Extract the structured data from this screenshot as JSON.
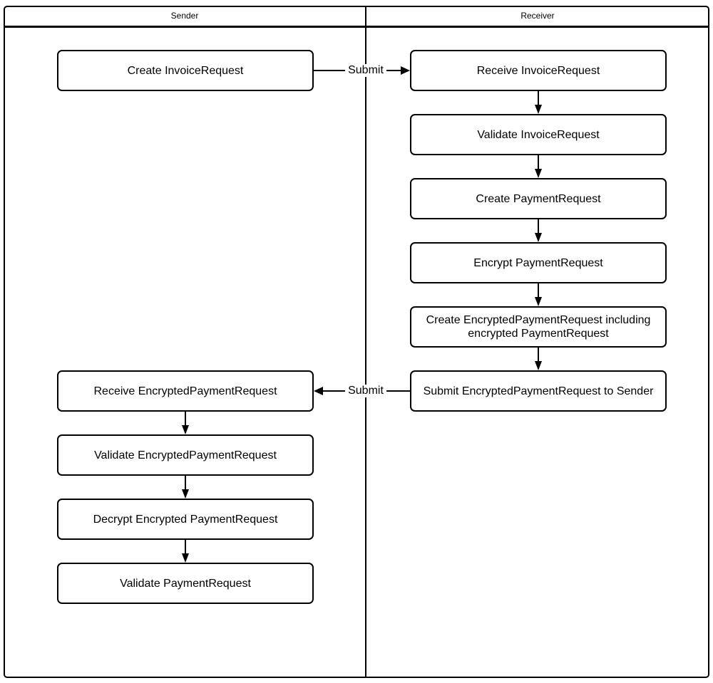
{
  "diagram": {
    "lanes": {
      "sender": {
        "label": "Sender"
      },
      "receiver": {
        "label": "Receiver"
      }
    },
    "sender_nodes": [
      {
        "label": "Create InvoiceRequest"
      },
      {
        "label": "Receive EncryptedPaymentRequest"
      },
      {
        "label": "Validate EncryptedPaymentRequest"
      },
      {
        "label": "Decrypt Encrypted PaymentRequest"
      },
      {
        "label": "Validate PaymentRequest"
      }
    ],
    "receiver_nodes": [
      {
        "label": "Receive InvoiceRequest"
      },
      {
        "label": "Validate InvoiceRequest"
      },
      {
        "label": "Create PaymentRequest"
      },
      {
        "label": "Encrypt PaymentRequest"
      },
      {
        "label": "Create EncryptedPaymentRequest including encrypted PaymentRequest"
      },
      {
        "label": "Submit EncryptedPaymentRequest to Sender"
      }
    ],
    "edges": {
      "submit_invoice_label": "Submit",
      "submit_payment_label": "Submit"
    },
    "colors": {
      "stroke": "#000000",
      "fill": "#ffffff"
    }
  }
}
